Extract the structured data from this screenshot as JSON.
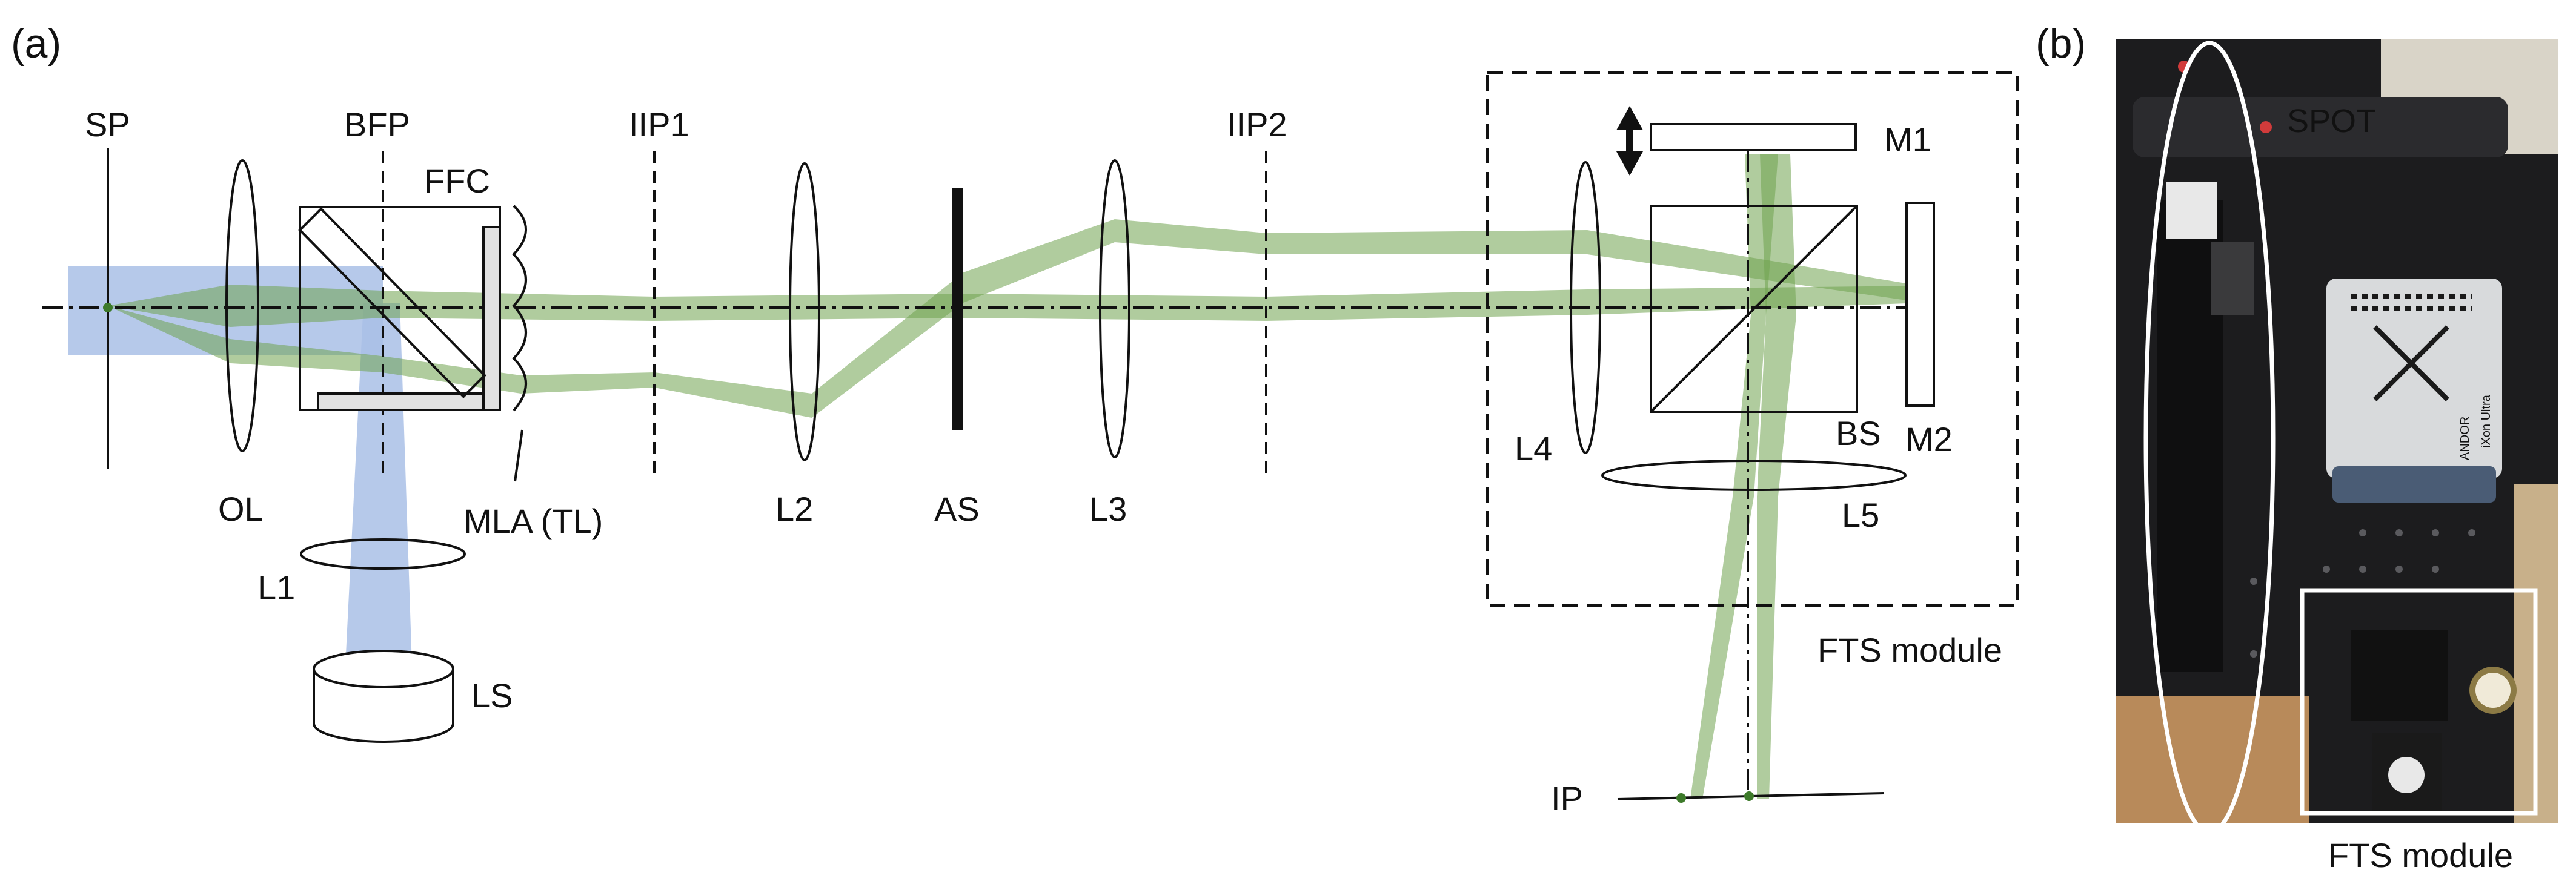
{
  "panels": {
    "a": "(a)",
    "b": "(b)"
  },
  "labels": {
    "sp": "SP",
    "bfp": "BFP",
    "ffc": "FFC",
    "iip1": "IIP1",
    "iip2": "IIP2",
    "ol": "OL",
    "mla": "MLA (TL)",
    "l1": "L1",
    "ls": "LS",
    "l2": "L2",
    "as": "AS",
    "l3": "L3",
    "l4": "L4",
    "l5": "L5",
    "bs": "BS",
    "m1": "M1",
    "m2": "M2",
    "ip": "IP",
    "fts_module": "FTS module"
  },
  "photo": {
    "spot_label": "SPOT",
    "fts_module_label": "FTS module",
    "camera_brand": "ANDOR",
    "camera_model": "iXon Ultra"
  },
  "colors": {
    "illumination_beam": "#a9bfe6",
    "imaging_beam": "#6fa34f",
    "outline": "#111111",
    "photo_annotation": "#ffffff"
  }
}
